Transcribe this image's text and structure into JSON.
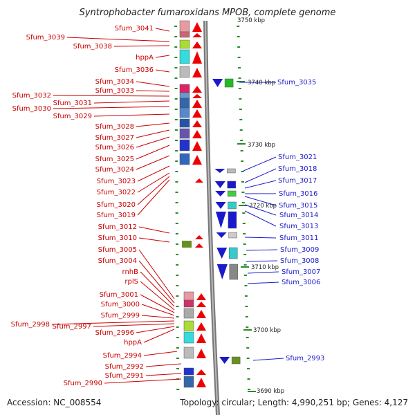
{
  "title": "Syntrophobacter fumaroxidans MPOB, complete genome",
  "footer": {
    "accession": "Accession: NC_008554",
    "topology": "Topology: circular; Length: 4,990,251 bp; Genes: 4,127"
  },
  "ticks": {
    "top": "3750 kbp",
    "t3740": "3740 kbp",
    "t3730": "3730 kbp",
    "t3720": "3720 kbp",
    "t3710": "3710 kbp",
    "t3700": "3700 kbp",
    "t3690": "3690 kbp"
  },
  "labels_left": [
    "Sfum_3041",
    "Sfum_3039",
    "Sfum_3038",
    "hppA",
    "Sfum_3036",
    "Sfum_3034",
    "Sfum_3033",
    "Sfum_3032",
    "Sfum_3031",
    "Sfum_3030",
    "Sfum_3029",
    "Sfum_3028",
    "Sfum_3027",
    "Sfum_3026",
    "Sfum_3025",
    "Sfum_3024",
    "Sfum_3023",
    "Sfum_3022",
    "Sfum_3020",
    "Sfum_3019",
    "Sfum_3012",
    "Sfum_3010",
    "Sfum_3005",
    "Sfum_3004",
    "rnhB",
    "rplS",
    "Sfum_3001",
    "Sfum_3000",
    "Sfum_2999",
    "Sfum_2998",
    "Sfum_2997",
    "Sfum_2996",
    "hppA",
    "Sfum_2994",
    "Sfum_2992",
    "Sfum_2991",
    "Sfum_2990"
  ],
  "labels_right": [
    "Sfum_3035",
    "Sfum_3021",
    "Sfum_3018",
    "Sfum_3017",
    "Sfum_3016",
    "Sfum_3015",
    "Sfum_3014",
    "Sfum_3013",
    "Sfum_3011",
    "Sfum_3009",
    "Sfum_3008",
    "Sfum_3007",
    "Sfum_3006",
    "Sfum_2993"
  ]
}
